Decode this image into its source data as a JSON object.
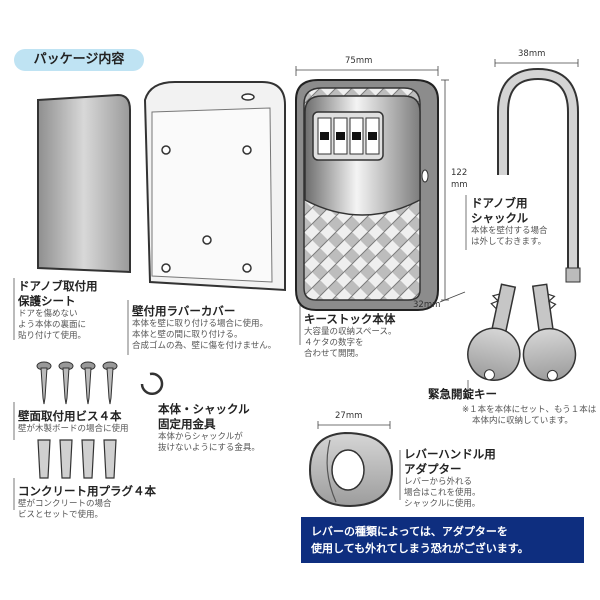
{
  "package_label": "パッケージ内容",
  "dimensions": {
    "width": "75mm",
    "height_num": "122",
    "height_unit": "mm",
    "depth": "32mm",
    "shackle_width": "38mm",
    "adapter_width": "27mm"
  },
  "items": {
    "sheet": {
      "title": [
        "ドアノブ取付用",
        "保護シート"
      ],
      "desc": [
        "ドアを傷めない",
        "よう本体の裏面に",
        "貼り付けて使用。"
      ]
    },
    "cover": {
      "title": "壁付用ラバーカバー",
      "desc": [
        "本体を壁に取り付ける場合に使用。",
        "本体と壁の間に取り付ける。",
        "合成ゴムの為、壁に傷を付けません。"
      ]
    },
    "body": {
      "title": "キーストック本体",
      "desc": [
        "大容量の収納スペース。",
        "４ケタの数字を",
        "合わせて開閉。"
      ]
    },
    "shackle": {
      "title": [
        "ドアノブ用",
        "シャックル"
      ],
      "desc": [
        "本体を壁付する場合",
        "は外しておきます。"
      ]
    },
    "screws": {
      "title": "壁面取付用ビス４本",
      "desc": [
        "壁が木製ボードの場合に使用"
      ]
    },
    "clip": {
      "title": [
        "本体・シャックル",
        "固定用金具"
      ],
      "desc": [
        "本体からシャックルが",
        "抜けないようにする金具。"
      ]
    },
    "key": {
      "title": "緊急開錠キー",
      "desc": [
        "※１本を本体にセット、もう１本は",
        "本体内に収納しています。"
      ]
    },
    "plugs": {
      "title": "コンクリート用プラグ４本",
      "desc": [
        "壁がコンクリートの場合",
        "ビスとセットで使用。"
      ]
    },
    "adapter": {
      "title": [
        "レバーハンドル用",
        "アダプター"
      ],
      "desc": [
        "レバーから外れる",
        "場合はこれを使用。",
        "シャックルに使用。"
      ]
    }
  },
  "warning": [
    "レバーの種類によっては、アダプターを",
    "使用しても外れてしまう恐れがございます。"
  ],
  "colors": {
    "badge": "#bfe3f3",
    "warning_bg": "#0e2e7f",
    "warning_text": "#ffffff"
  }
}
